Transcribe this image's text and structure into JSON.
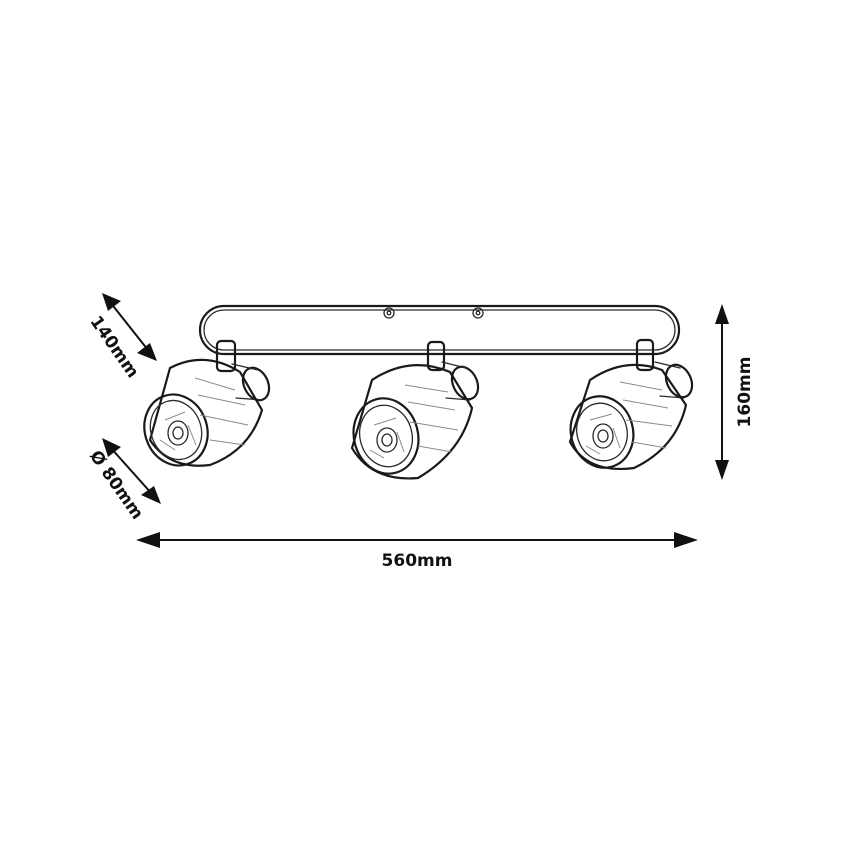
{
  "dimensions": {
    "depth": "140mm",
    "diameter": "Ø 80mm",
    "height": "160mm",
    "width": "560mm"
  }
}
